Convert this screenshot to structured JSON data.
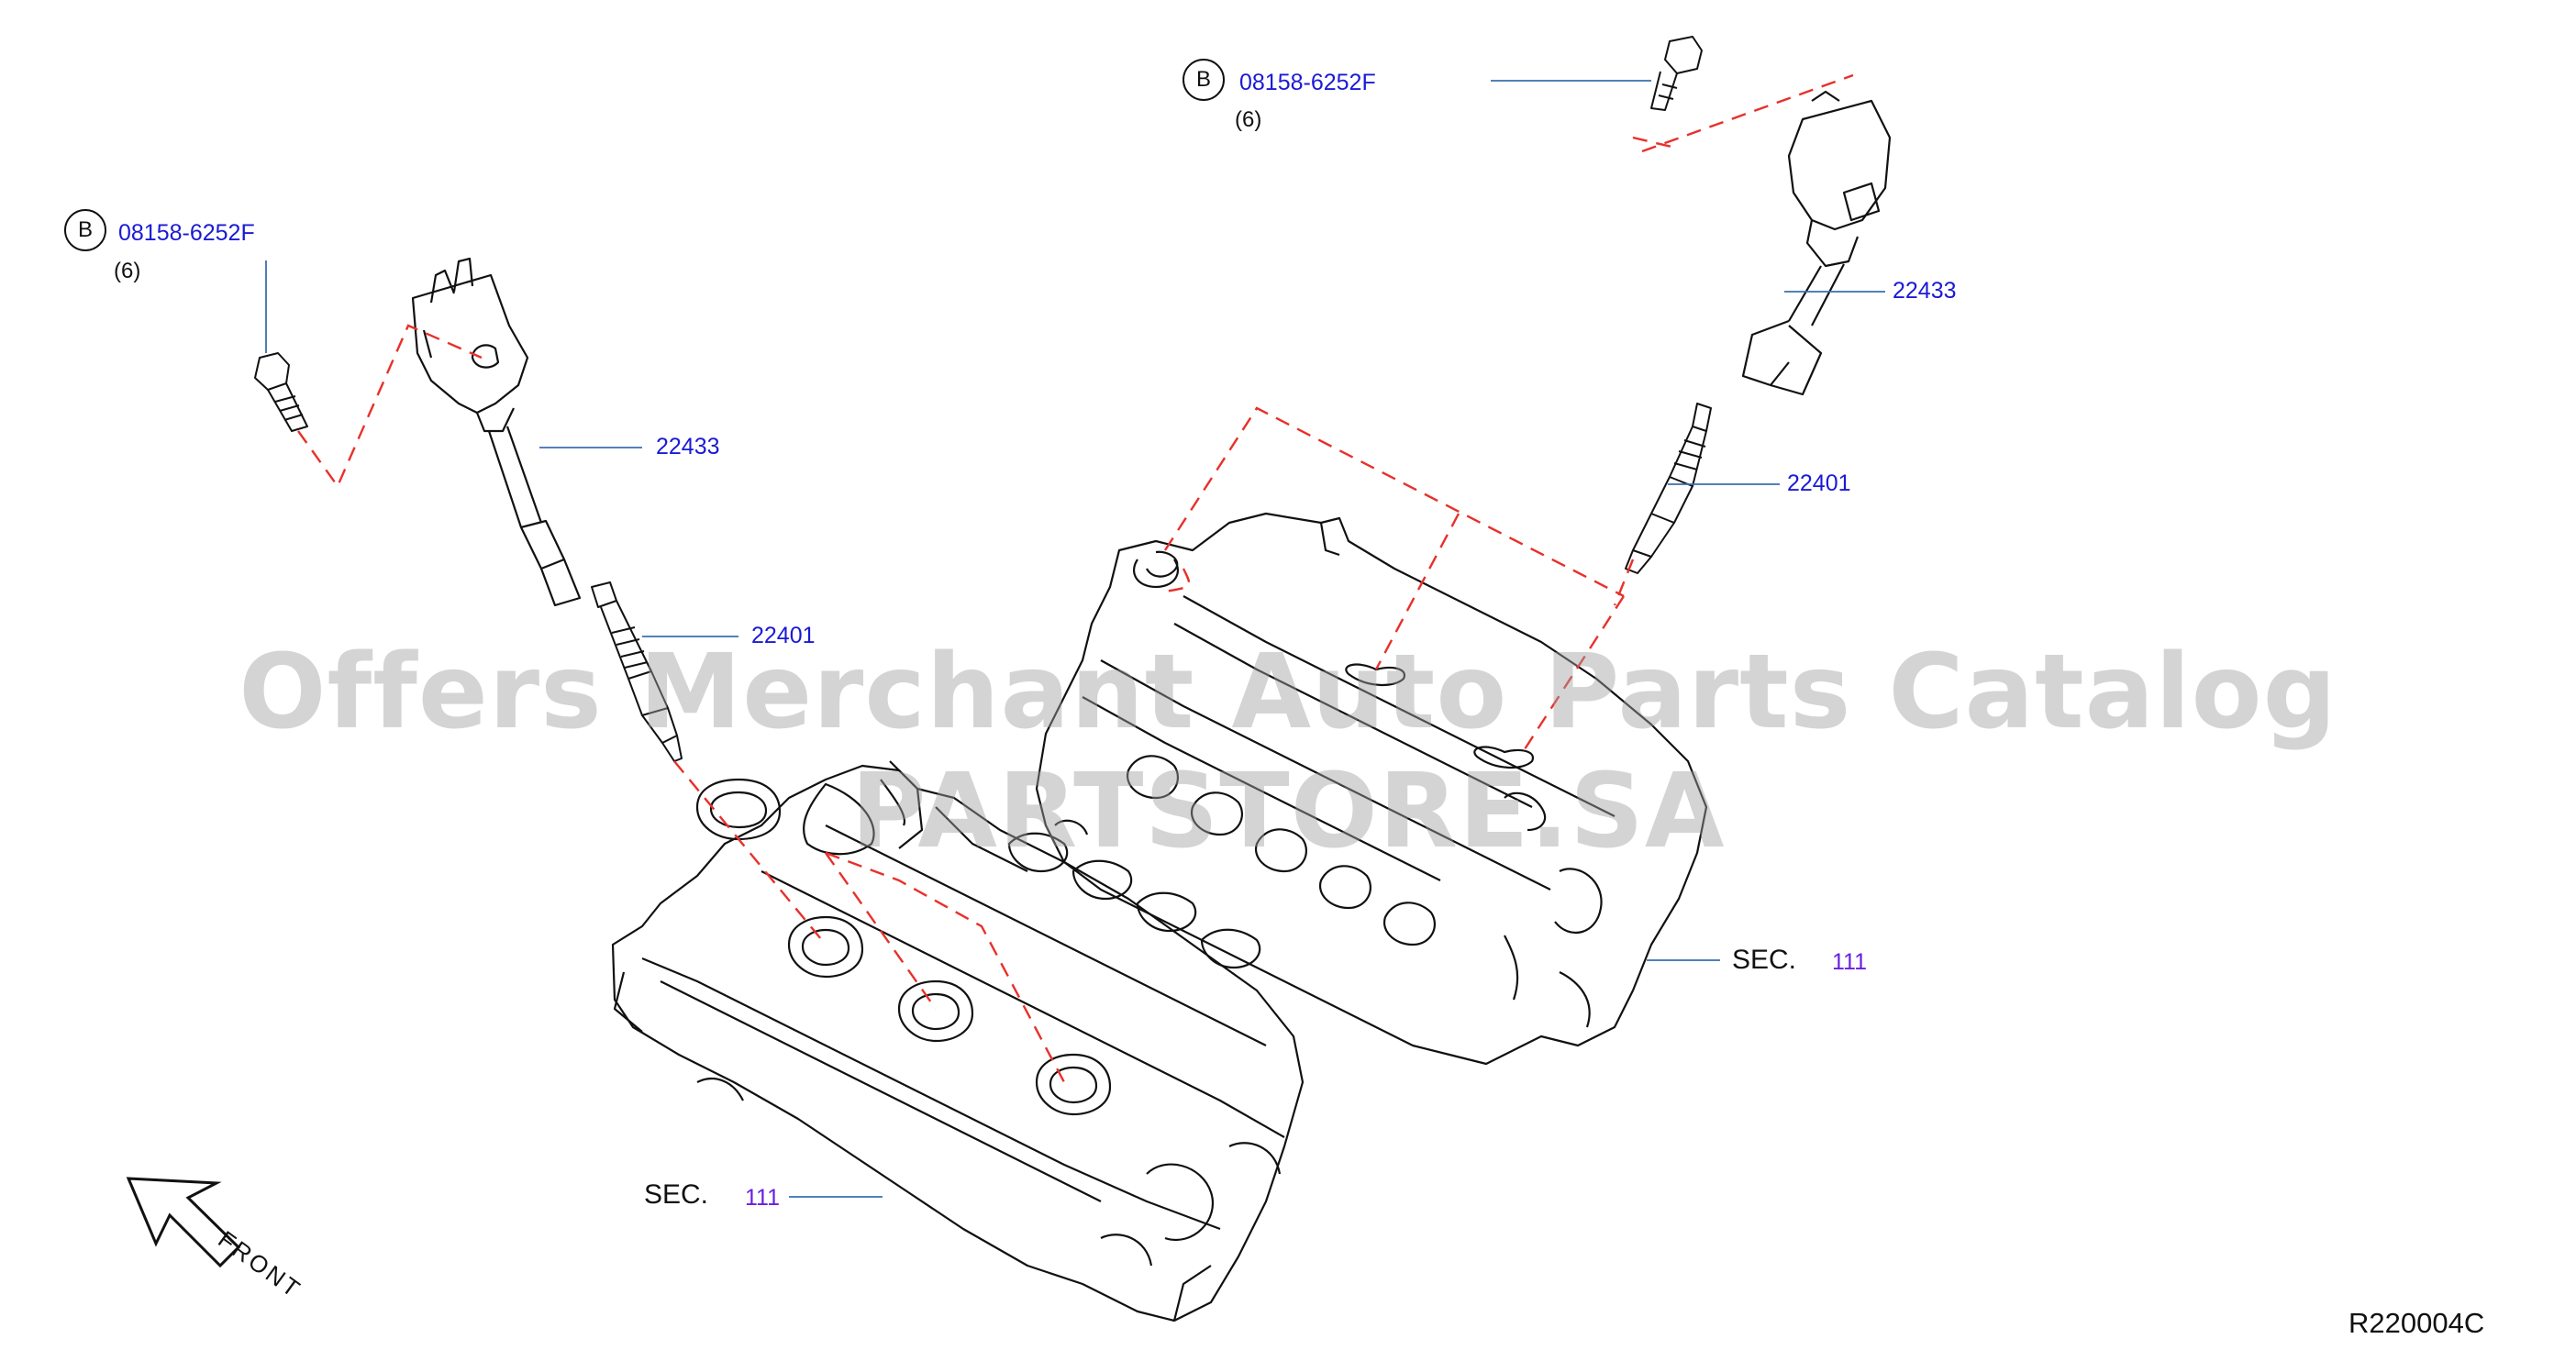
{
  "watermark": "Offers Merchant Auto Parts Catalog PARTSTORE.SA",
  "diagram_code": "R220004C",
  "front_label": "FRONT",
  "left_bank": {
    "bolt_marker": "B",
    "bolt_part_number": "08158-6252F",
    "bolt_qty": "(6)",
    "ignition_coil": "22433",
    "spark_plug": "22401",
    "section_label": "SEC.",
    "section_number": "111"
  },
  "right_bank": {
    "bolt_marker": "B",
    "bolt_part_number": "08158-6252F",
    "bolt_qty": "(6)",
    "ignition_coil": "22433",
    "spark_plug": "22401",
    "section_label": "SEC.",
    "section_number": "111"
  },
  "colors": {
    "part_number": "#1a1ad6",
    "section_link": "#6a1ee0",
    "dashed_guide": "#e8302a",
    "leader_line": "#3a6fb0",
    "line_art": "#111111"
  }
}
